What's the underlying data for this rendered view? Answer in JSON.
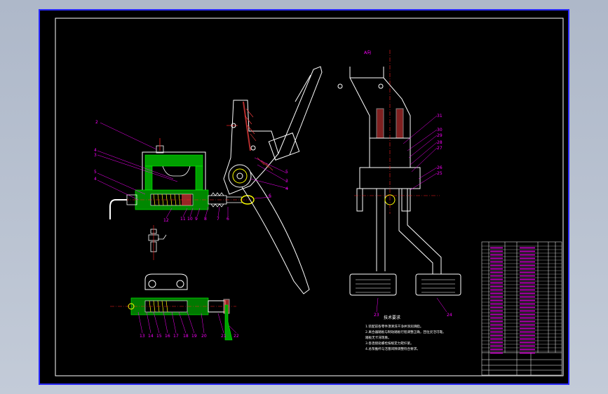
{
  "colors": {
    "background": "#b8c1d0",
    "sheet": "#000000",
    "sheet_border": "#2a2aff",
    "outline": "#ffffff",
    "section": "#00c000",
    "hatch": "#ff4040",
    "leader": "#ff00ff",
    "axis": "#ff2020",
    "spring": "#ffff00"
  },
  "view_label": "A向",
  "tech_req": {
    "title": "技术要求",
    "lines": [
      "1.装配前各零件须清洗干净并涂润滑脂。",
      "2.离合器踏板与制动踏板行程调整正确，回位灵活可靠。",
      "   踏板无卡滞现象。",
      "3.各连接处螺栓按规定力矩拧紧。",
      "4.总泵推杆与活塞间隙调整符合要求。"
    ]
  },
  "part_labels": {
    "main_view": [
      "2",
      "4",
      "3",
      "5",
      "4",
      "12",
      "11",
      "10",
      "9",
      "8",
      "7",
      "6",
      "5",
      "3",
      "4",
      "6"
    ],
    "pump_view": [
      "13",
      "14",
      "15",
      "16",
      "17",
      "18",
      "19",
      "20",
      "21",
      "22"
    ],
    "side_view": [
      "31",
      "30",
      "29",
      "28",
      "27",
      "26",
      "25",
      "23",
      "24"
    ]
  }
}
